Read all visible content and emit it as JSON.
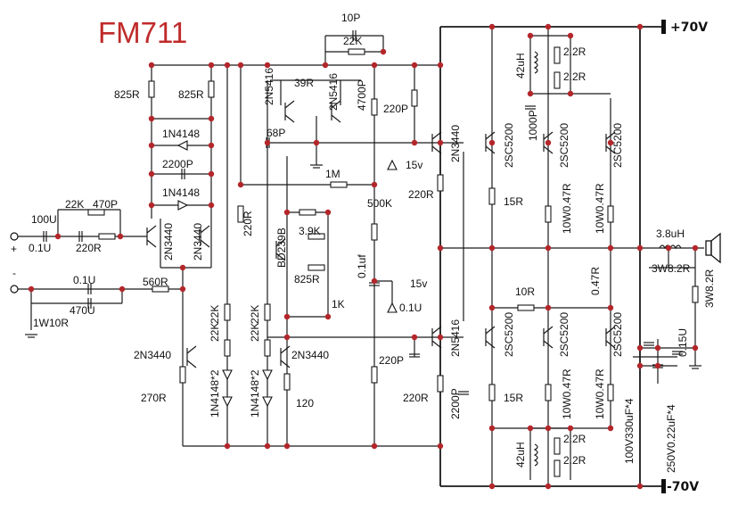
{
  "title": "FM711",
  "rails": {
    "pos": "+70V",
    "neg": "-70V"
  },
  "input": {
    "plus": "+",
    "minus": "-"
  },
  "labels": [
    "10P",
    "22K",
    "825R",
    "825R",
    "2N5416",
    "39R",
    "2N5416",
    "4700P",
    "220P",
    "68P",
    "1N4148",
    "2200P",
    "1N4148",
    "22K",
    "470P",
    "100U",
    "0.1U",
    "220R",
    "2N3440",
    "2N3440",
    "220R",
    "1M",
    "15v",
    "2N3440",
    "220R",
    "500K",
    "BD239B",
    "3.9K",
    "825R",
    "0.1uf",
    "1K",
    "0.1U",
    "15v",
    "0.1U",
    "470U",
    "560R",
    "1W10R",
    "2N3440",
    "22K",
    "22K",
    "2N3440",
    "22K",
    "22K",
    "270R",
    "1N4148*2",
    "1N4148*2",
    "120",
    "220P",
    "2N5416",
    "220R",
    "2200P",
    "42uH",
    "2.2R",
    "2.2R",
    "1000P",
    "2SC5200",
    "2SC5200",
    "2SC5200",
    "15R",
    "10W0.47R",
    "10W0.47R",
    "3.8uH",
    "3W8.2R",
    "3W8.2R",
    "0.15U",
    "10R",
    "0.47R",
    "2SC5200",
    "2SC5200",
    "2SC5200",
    "15R",
    "10W0.47R",
    "10W0.47R",
    "100V330uF*4",
    "250V0.22uF*4",
    "42uH",
    "2.2R",
    "2.2R"
  ]
}
